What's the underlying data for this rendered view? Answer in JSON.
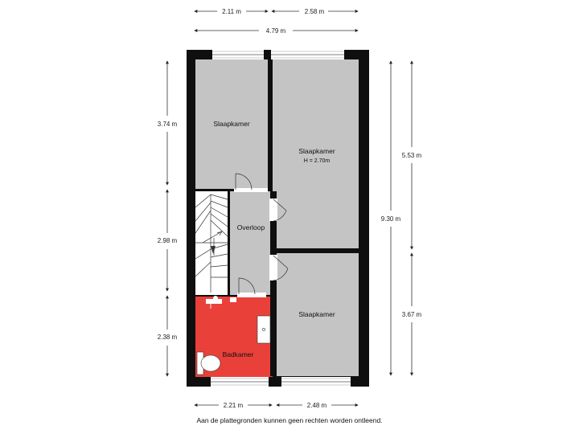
{
  "dimensions": {
    "top_left": "2.11 m",
    "top_right": "2.58 m",
    "top_total": "4.79 m",
    "left_top": "3.74 m",
    "left_mid": "2.98 m",
    "left_bottom": "2.38 m",
    "right_total": "9.30 m",
    "right_top": "5.53 m",
    "right_bottom": "3.67 m",
    "bottom_left": "2.21 m",
    "bottom_right": "2.48 m"
  },
  "rooms": {
    "slaapkamer_1": "Slaapkamer",
    "slaapkamer_2": "Slaapkamer",
    "slaapkamer_2_height": "H = 2.70m",
    "overloop": "Overloop",
    "slaapkamer_3": "Slaapkamer",
    "badkamer": "Badkamer"
  },
  "colors": {
    "room_fill": "#c4c4c4",
    "bathroom_fill": "#e9413a",
    "wall": "#0f0f0f"
  },
  "disclaimer": "Aan de plattegronden kunnen geen rechten worden ontleend."
}
